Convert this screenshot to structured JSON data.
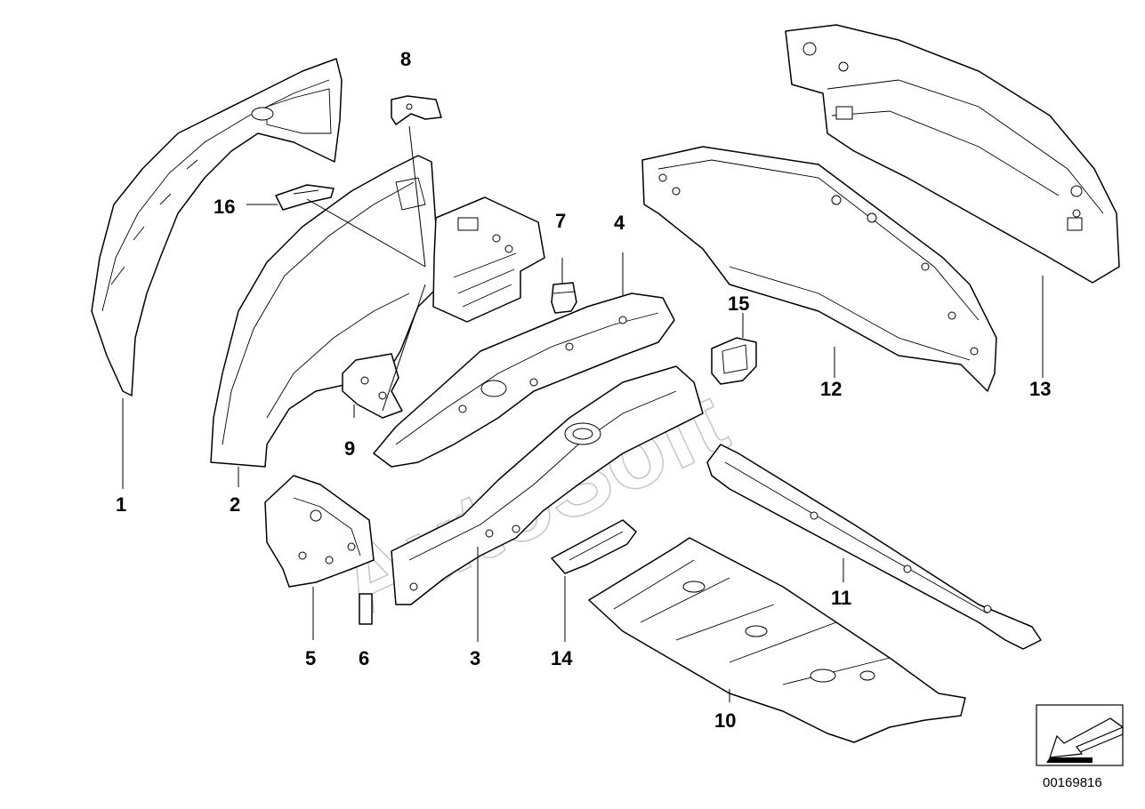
{
  "diagram": {
    "callouts": [
      "1",
      "2",
      "3",
      "4",
      "5",
      "6",
      "7",
      "8",
      "9",
      "10",
      "11",
      "12",
      "13",
      "14",
      "15",
      "16"
    ],
    "document_number": "00169816",
    "watermark": "AutoSoft",
    "icons": {
      "nav_arrow": "arrow-down-left-icon"
    }
  }
}
